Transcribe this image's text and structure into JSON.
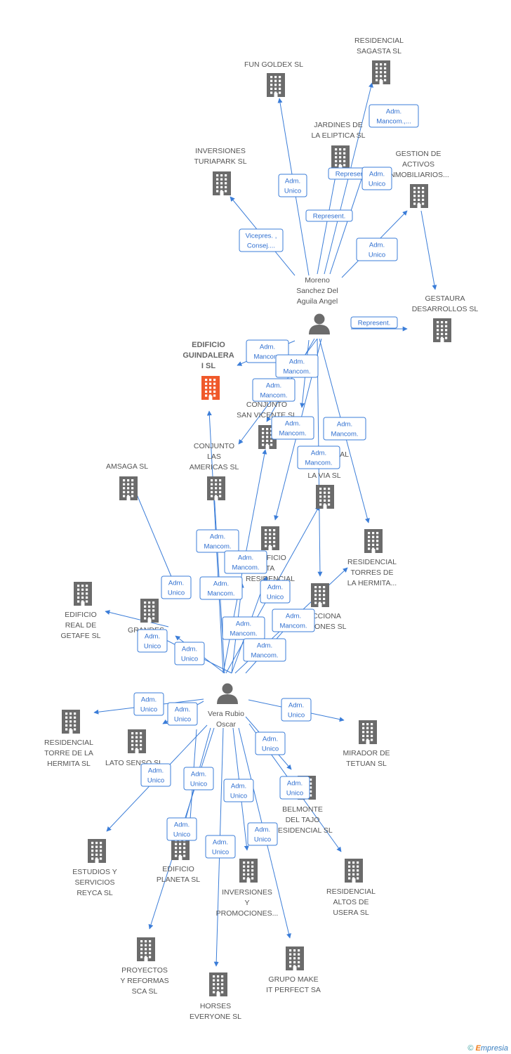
{
  "companies": [
    {
      "id": "residencial-sagasta",
      "lines": [
        "RESIDENCIAL",
        "SAGASTA SL"
      ]
    },
    {
      "id": "fun-goldex",
      "lines": [
        "FUN GOLDEX SL"
      ]
    },
    {
      "id": "jardines-eliptica",
      "lines": [
        "JARDINES DE",
        "LA ELIPTICA SL"
      ]
    },
    {
      "id": "gestion-activos",
      "lines": [
        "GESTION DE",
        "ACTIVOS",
        "INMOBILIARIOS..."
      ]
    },
    {
      "id": "inversiones-turiapark",
      "lines": [
        "INVERSIONES",
        "TURIAPARK SL"
      ]
    },
    {
      "id": "gestaura",
      "lines": [
        "GESTAURA",
        "DESARROLLOS SL"
      ]
    },
    {
      "id": "edificio-guindalera",
      "lines": [
        "EDIFICIO",
        "GUINDALERA",
        "I SL"
      ],
      "main": true
    },
    {
      "id": "conjunto-san-vicente",
      "lines": [
        "CONJUNTO",
        "SAN VICENTE SL"
      ]
    },
    {
      "id": "conjunto-americas",
      "lines": [
        "CONJUNTO",
        "LAS",
        "AMERICAS SL"
      ]
    },
    {
      "id": "amsaga",
      "lines": [
        "AMSAGA SL"
      ]
    },
    {
      "id": "residencial-la-via",
      "lines": [
        "RESIDENCIAL",
        "DE",
        "LA VIA SL"
      ]
    },
    {
      "id": "edificio-residencial",
      "lines": [
        "EDIFICIO",
        "TA",
        "RESIDENCIAL"
      ]
    },
    {
      "id": "residencial-torres-hermita",
      "lines": [
        "RESIDENCIAL",
        "TORRES DE",
        "LA HERMITA..."
      ]
    },
    {
      "id": "edificio-real-getafe",
      "lines": [
        "EDIFICIO",
        "REAL DE",
        "GETAFE SL"
      ]
    },
    {
      "id": "grandes-ne",
      "lines": [
        "GRANDES",
        "NE"
      ]
    },
    {
      "id": "acciona",
      "lines": [
        "ACCIONA",
        "ACIONES SL"
      ]
    },
    {
      "id": "residencial-torre-hermita",
      "lines": [
        "RESIDENCIAL",
        "TORRE DE LA",
        "HERMITA SL"
      ]
    },
    {
      "id": "lato-senso",
      "lines": [
        "LATO SENSO SL"
      ]
    },
    {
      "id": "mirador-tetuan",
      "lines": [
        "MIRADOR DE",
        "TETUAN SL"
      ]
    },
    {
      "id": "belmonte-tajo",
      "lines": [
        "BELMONTE",
        "DEL TAJO",
        "RESIDENCIAL SL"
      ]
    },
    {
      "id": "estudios-reyca",
      "lines": [
        "ESTUDIOS Y",
        "SERVICIOS",
        "REYCA SL"
      ]
    },
    {
      "id": "edificio-planeta",
      "lines": [
        "EDIFICIO",
        "PLANETA SL"
      ]
    },
    {
      "id": "inversiones-promociones",
      "lines": [
        "INVERSIONES",
        "Y",
        "PROMOCIONES..."
      ]
    },
    {
      "id": "residencial-altos-usera",
      "lines": [
        "RESIDENCIAL",
        "ALTOS DE",
        "USERA SL"
      ]
    },
    {
      "id": "proyectos-reformas",
      "lines": [
        "PROYECTOS",
        "Y REFORMAS",
        "SCA SL"
      ]
    },
    {
      "id": "horses-everyone",
      "lines": [
        "HORSES",
        "EVERYONE SL"
      ]
    },
    {
      "id": "grupo-make",
      "lines": [
        "GRUPO MAKE",
        "IT PERFECT SA"
      ]
    }
  ],
  "persons": [
    {
      "id": "moreno",
      "lines": [
        "Moreno",
        "Sanchez Del",
        "Aguila Angel"
      ]
    },
    {
      "id": "vera",
      "lines": [
        "Vera Rubio",
        "Oscar"
      ]
    }
  ],
  "relations": [
    {
      "id": "r1",
      "lines": [
        "Adm.",
        "Mancom.,..."
      ]
    },
    {
      "id": "r2",
      "lines": [
        "Represent."
      ]
    },
    {
      "id": "r3",
      "lines": [
        "Adm.",
        "Unico"
      ]
    },
    {
      "id": "r4",
      "lines": [
        "Adm.",
        "Unico"
      ]
    },
    {
      "id": "r5",
      "lines": [
        "Represent."
      ]
    },
    {
      "id": "r6",
      "lines": [
        "Vicepres. ,",
        "Consej...."
      ]
    },
    {
      "id": "r7",
      "lines": [
        "Adm.",
        "Mancom."
      ]
    },
    {
      "id": "r8",
      "lines": [
        "Adm.",
        "Unico"
      ]
    },
    {
      "id": "r9",
      "lines": [
        "Represent."
      ]
    },
    {
      "id": "r10",
      "lines": [
        "Adm.",
        "Mancom."
      ]
    },
    {
      "id": "r11",
      "lines": [
        "Adm.",
        "Mancom."
      ]
    },
    {
      "id": "r12",
      "lines": [
        "Adm.",
        "Mancom."
      ]
    },
    {
      "id": "r13",
      "lines": [
        "Adm.",
        "Mancom."
      ]
    },
    {
      "id": "r14",
      "lines": [
        "Adm.",
        "Mancom."
      ]
    },
    {
      "id": "r15",
      "lines": [
        "Adm.",
        "Mancom."
      ]
    },
    {
      "id": "r16",
      "lines": [
        "Adm.",
        "Mancom."
      ]
    },
    {
      "id": "r17",
      "lines": [
        "Adm.",
        "Mancom."
      ]
    },
    {
      "id": "r18",
      "lines": [
        "Adm.",
        "Unico"
      ]
    },
    {
      "id": "r19",
      "lines": [
        "Adm.",
        "Mancom."
      ]
    },
    {
      "id": "r20",
      "lines": [
        "Adm.",
        "Unico"
      ]
    },
    {
      "id": "r21",
      "lines": [
        "Adm.",
        "Mancom."
      ]
    },
    {
      "id": "r22",
      "lines": [
        "Adm.",
        "Mancom."
      ]
    },
    {
      "id": "r23",
      "lines": [
        "Adm.",
        "Unico"
      ]
    },
    {
      "id": "r24",
      "lines": [
        "Adm.",
        "Unico"
      ]
    },
    {
      "id": "r25",
      "lines": [
        "Adm.",
        "Mancom."
      ]
    },
    {
      "id": "r26",
      "lines": [
        "Adm.",
        "Unico"
      ]
    },
    {
      "id": "r27",
      "lines": [
        "Adm.",
        "Unico"
      ]
    },
    {
      "id": "r28",
      "lines": [
        "Adm.",
        "Unico"
      ]
    },
    {
      "id": "r29",
      "lines": [
        "Adm.",
        "Unico"
      ]
    },
    {
      "id": "r30",
      "lines": [
        "Adm.",
        "Unico"
      ]
    },
    {
      "id": "r31",
      "lines": [
        "Adm.",
        "Unico"
      ]
    },
    {
      "id": "r32",
      "lines": [
        "Adm.",
        "Unico"
      ]
    },
    {
      "id": "r33",
      "lines": [
        "Adm.",
        "Unico"
      ]
    },
    {
      "id": "r34",
      "lines": [
        "Adm.",
        "Unico"
      ]
    },
    {
      "id": "r35",
      "lines": [
        "Adm.",
        "Unico"
      ]
    },
    {
      "id": "r36",
      "lines": [
        "Adm.",
        "Unico"
      ]
    }
  ],
  "colors": {
    "edge": "#3b7dd8",
    "building": "#6b6b6b",
    "building_main": "#f0592b",
    "person": "#6b6b6b"
  },
  "footer": {
    "copyright": "©",
    "brand_initial": "E",
    "brand_rest": "mpresia"
  }
}
